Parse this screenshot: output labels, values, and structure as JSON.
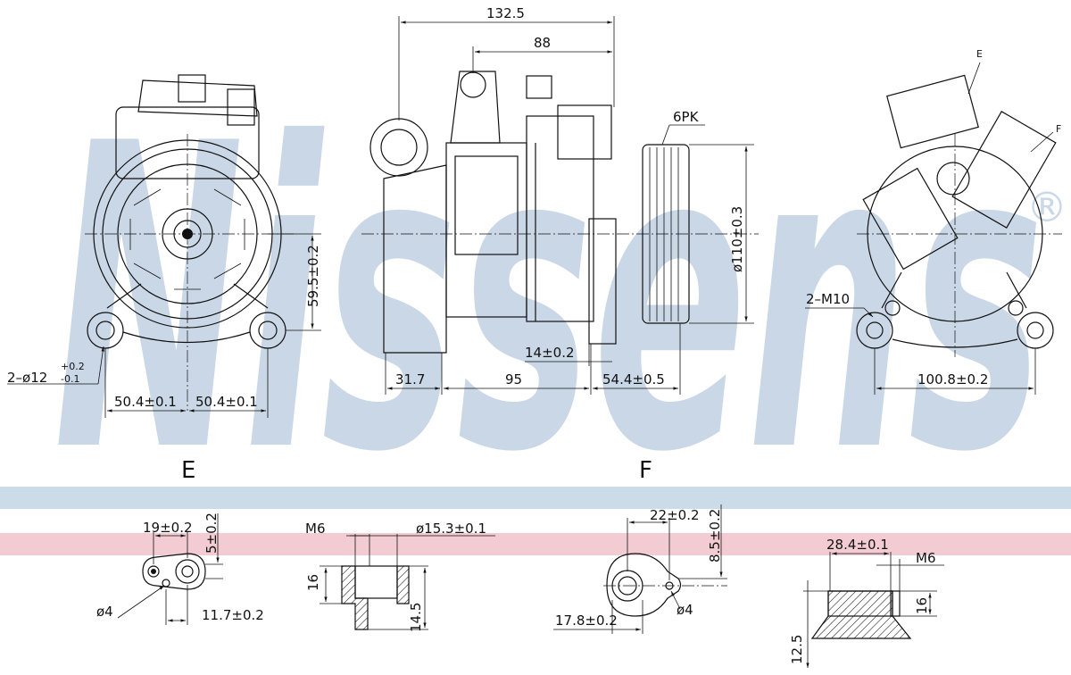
{
  "brand": {
    "watermark": "Nissens",
    "registered": "®",
    "watermark_color": "#c9d7e6",
    "band_blue": "#ccdbe8",
    "band_pink": "#f2ccd2"
  },
  "front_view": {
    "hole_spec_main": "2–ø12",
    "hole_spec_upper": "+0.2",
    "hole_spec_lower": "-0.1",
    "height_label": "59.5±0.2",
    "left_half_label": "50.4±0.1",
    "right_half_label": "50.4±0.1"
  },
  "side_view": {
    "overall_length": "132.5",
    "port_offset": "88",
    "belt_profile": "6PK",
    "pulley_diameter": "ø110±0.3",
    "seg_left": "31.7",
    "seg_mid": "95",
    "seg_right": "54.4±0.5",
    "step": "14±0.2"
  },
  "rear_view": {
    "view_e_marker": "E",
    "view_f_marker": "F",
    "thread_spec": "2–M10",
    "hole_spacing": "100.8±0.2"
  },
  "section_e": {
    "title": "E",
    "spacing": "19±0.2",
    "offset": "5±0.2",
    "hole_dia": "ø4",
    "width": "11.7±0.2",
    "thread": "M6",
    "bore_dia": "ø15.3±0.1",
    "depth_top": "16",
    "depth_total": "14.5"
  },
  "section_f": {
    "title": "F",
    "spacing": "22±0.2",
    "offset": "8.5±0.2",
    "hole_dia": "ø4",
    "width": "17.8±0.2",
    "bore_dia": "28.4±0.1",
    "thread": "M6",
    "depth_top": "16",
    "depth_total": "12.5"
  }
}
